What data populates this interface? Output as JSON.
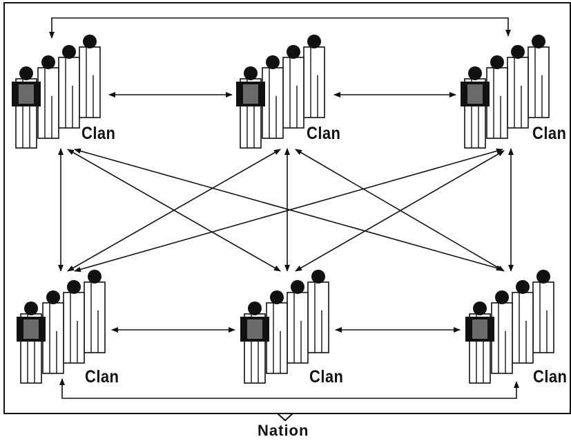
{
  "diagram": {
    "clans": [
      {
        "id": "clan-top-left",
        "label": "Clan"
      },
      {
        "id": "clan-top-center",
        "label": "Clan"
      },
      {
        "id": "clan-top-right",
        "label": "Clan"
      },
      {
        "id": "clan-bottom-left",
        "label": "Clan"
      },
      {
        "id": "clan-bottom-center",
        "label": "Clan"
      },
      {
        "id": "clan-bottom-right",
        "label": "Clan"
      }
    ],
    "nation_label": "Nation",
    "connections": [
      {
        "from": "clan-top-left",
        "to": "clan-top-center",
        "bidirectional": true
      },
      {
        "from": "clan-top-center",
        "to": "clan-top-right",
        "bidirectional": true
      },
      {
        "from": "clan-bottom-left",
        "to": "clan-bottom-center",
        "bidirectional": true
      },
      {
        "from": "clan-bottom-center",
        "to": "clan-bottom-right",
        "bidirectional": true
      },
      {
        "from": "clan-top-left",
        "to": "clan-top-right",
        "bidirectional": true
      },
      {
        "from": "clan-bottom-left",
        "to": "clan-bottom-right",
        "bidirectional": true
      },
      {
        "from": "clan-top-left",
        "to": "clan-bottom-left",
        "bidirectional": true
      },
      {
        "from": "clan-top-center",
        "to": "clan-bottom-center",
        "bidirectional": true
      },
      {
        "from": "clan-top-right",
        "to": "clan-bottom-right",
        "bidirectional": true
      },
      {
        "from": "clan-top-left",
        "to": "clan-bottom-center",
        "bidirectional": true
      },
      {
        "from": "clan-top-left",
        "to": "clan-bottom-right",
        "bidirectional": true
      },
      {
        "from": "clan-top-center",
        "to": "clan-bottom-left",
        "bidirectional": true
      },
      {
        "from": "clan-top-center",
        "to": "clan-bottom-right",
        "bidirectional": true
      },
      {
        "from": "clan-top-right",
        "to": "clan-bottom-left",
        "bidirectional": true
      },
      {
        "from": "clan-top-right",
        "to": "clan-bottom-center",
        "bidirectional": true
      }
    ],
    "colors": {
      "ink": "#111111",
      "paper": "#ffffff"
    }
  }
}
